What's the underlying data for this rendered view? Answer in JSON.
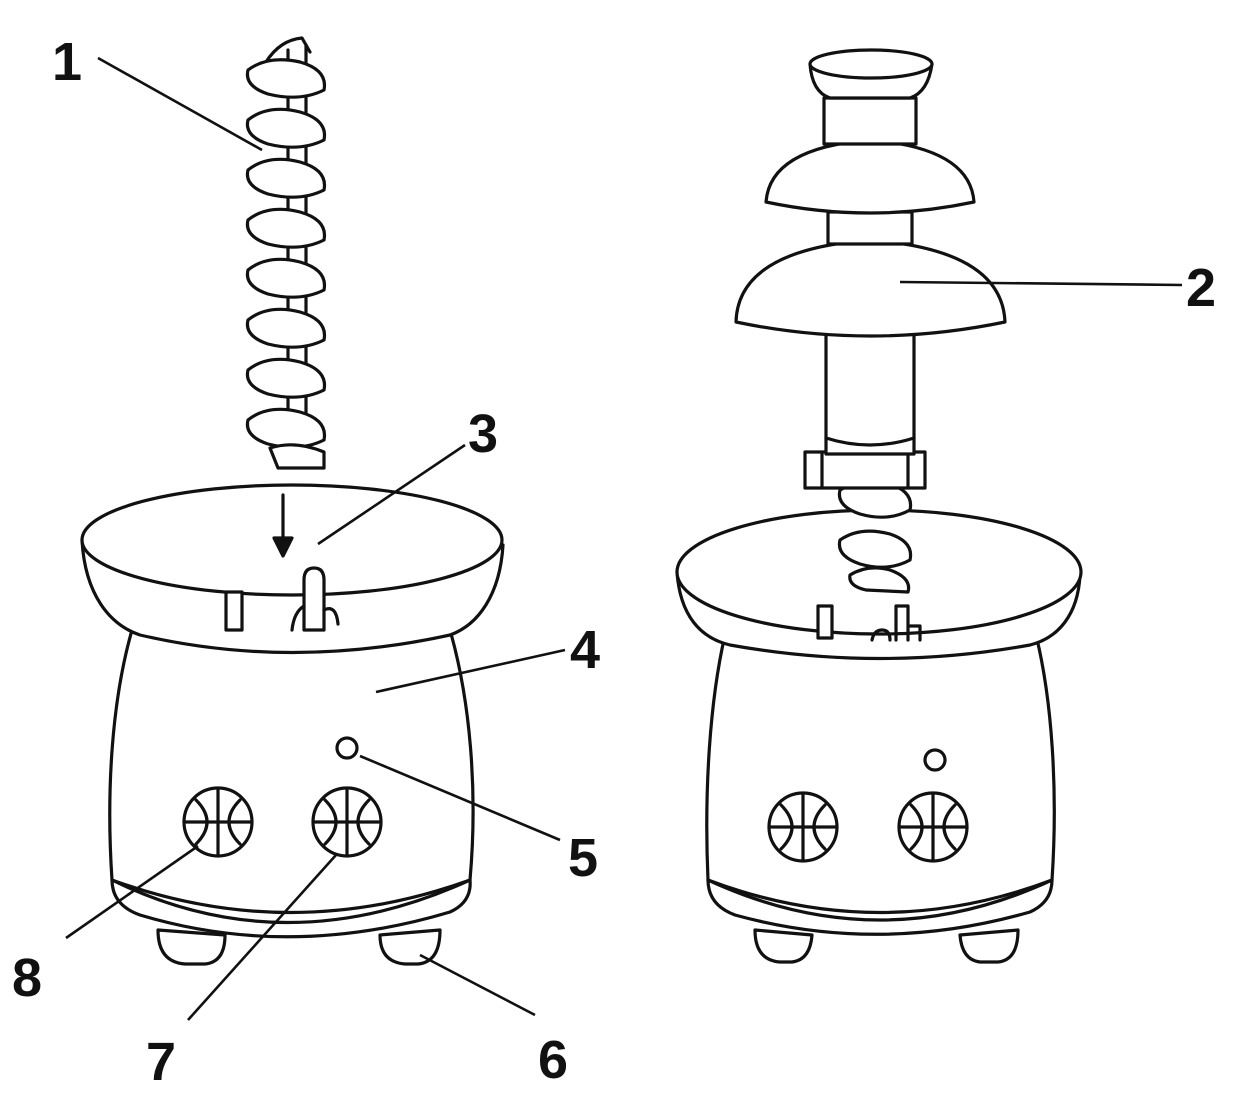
{
  "figure": {
    "callouts": [
      {
        "id": "1",
        "label": "1",
        "part": "auger"
      },
      {
        "id": "2",
        "label": "2",
        "part": "tower-assembly"
      },
      {
        "id": "3",
        "label": "3",
        "part": "basin"
      },
      {
        "id": "4",
        "label": "4",
        "part": "base-housing"
      },
      {
        "id": "5",
        "label": "5",
        "part": "indicator-light"
      },
      {
        "id": "6",
        "label": "6",
        "part": "foot"
      },
      {
        "id": "7",
        "label": "7",
        "part": "right-knob"
      },
      {
        "id": "8",
        "label": "8",
        "part": "left-knob"
      }
    ]
  }
}
